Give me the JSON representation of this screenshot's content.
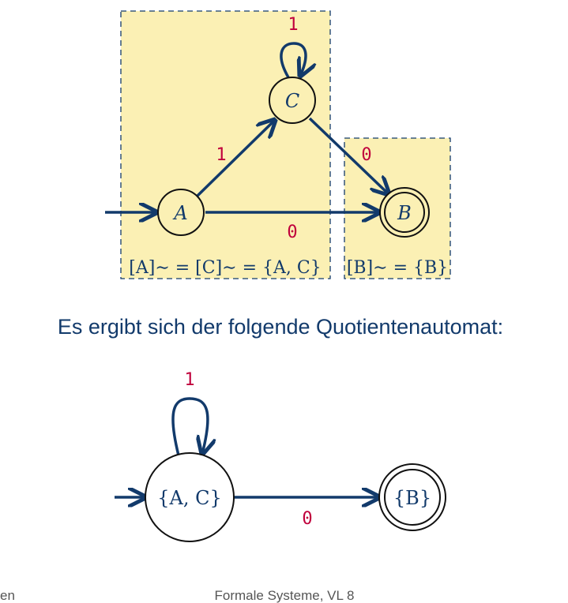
{
  "colors": {
    "accent": "#123a6b",
    "edge_label": "#c0003c",
    "class_fill": "#fbf0b4"
  },
  "upper_automaton": {
    "states": {
      "a": "A",
      "b": "B",
      "c": "C"
    },
    "edges": {
      "c_self": "1",
      "a_to_c": "1",
      "c_to_b": "0",
      "a_to_b": "0"
    },
    "classes": {
      "left": "[A]∼ = [C]∼ = {A, C}",
      "right": "[B]∼ = {B}"
    }
  },
  "caption": "Es ergibt sich der folgende Quotientenautomat:",
  "quotient_automaton": {
    "states": {
      "ac": "{A, C}",
      "b": "{B}"
    },
    "edges": {
      "self_loop": "1",
      "ac_to_b": "0"
    }
  },
  "footer": {
    "left": "en",
    "center": "Formale Systeme, VL 8"
  }
}
